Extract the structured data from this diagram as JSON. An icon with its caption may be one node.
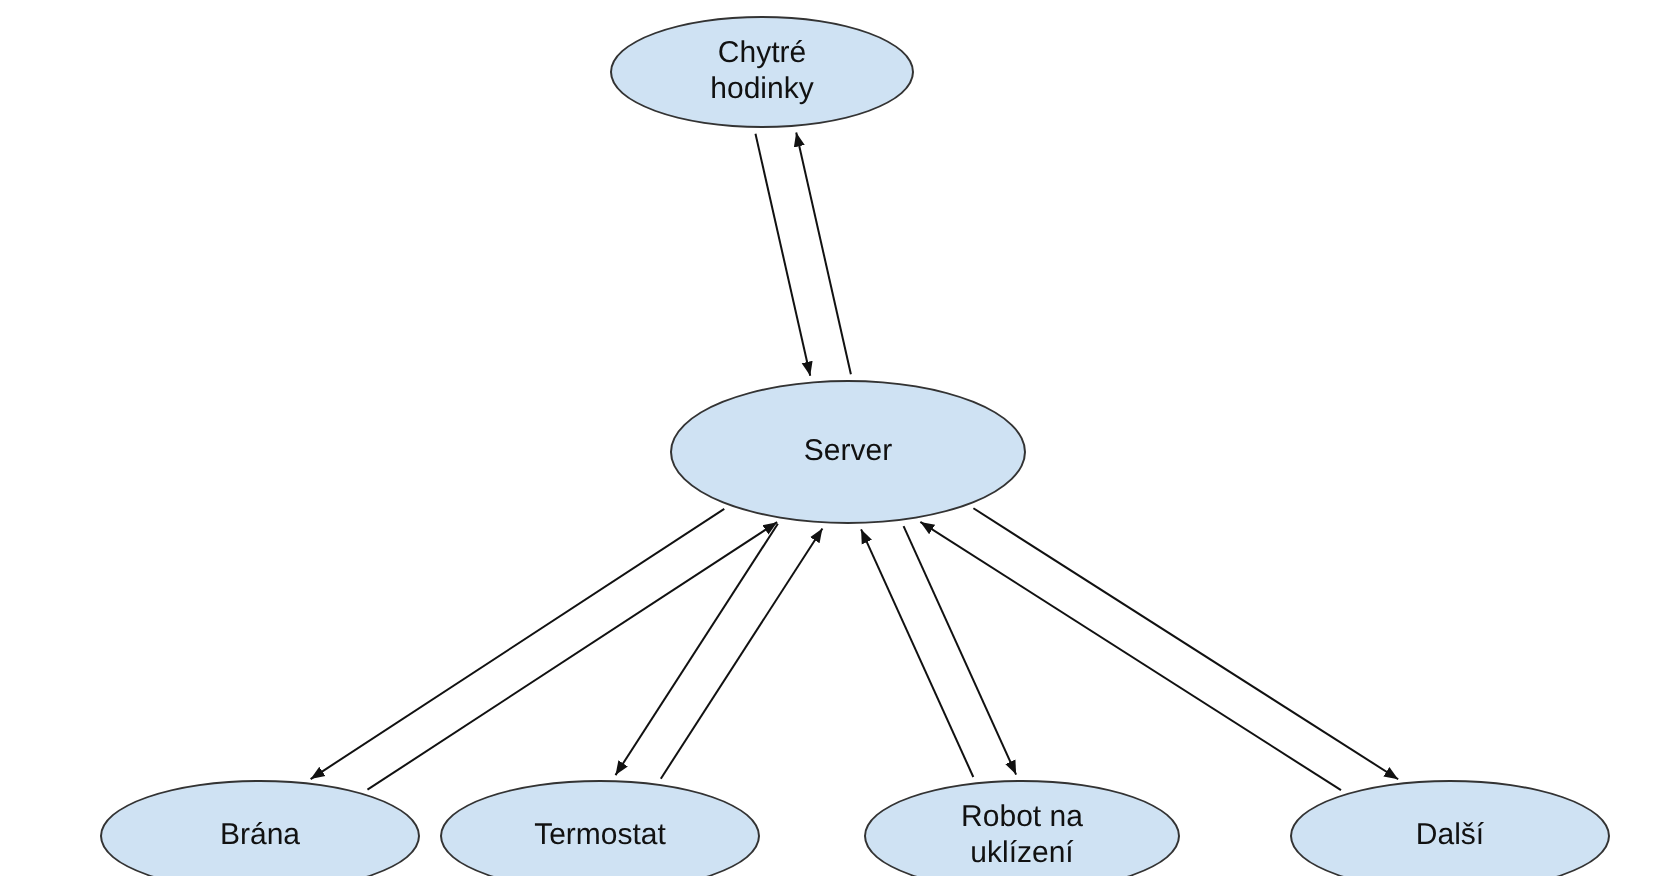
{
  "diagram": {
    "nodes": [
      {
        "text": [
          "Chytré hodinky"
        ]
      },
      {
        "text": [
          "Server"
        ]
      },
      {
        "text": [
          "Brána"
        ]
      },
      {
        "text": [
          "Termostat"
        ]
      },
      {
        "text": [
          "Robot na uklízení"
        ]
      },
      {
        "text": [
          "Další"
        ]
      }
    ],
    "edges": [
      {
        "from": 0,
        "to": 1,
        "arrow": "to"
      },
      {
        "from": 1,
        "to": 0,
        "arrow": "to"
      },
      {
        "from": 1,
        "to": 2,
        "arrow": "to"
      },
      {
        "from": 2,
        "to": 1,
        "arrow": "to"
      },
      {
        "from": 1,
        "to": 3,
        "arrow": "to"
      },
      {
        "from": 3,
        "to": 1,
        "arrow": "to"
      },
      {
        "from": 4,
        "to": 1,
        "arrow": "to"
      },
      {
        "from": 1,
        "to": 4,
        "arrow": "to"
      },
      {
        "from": 5,
        "to": 1,
        "arrow": "to"
      },
      {
        "from": 1,
        "to": 5,
        "arrow": "to"
      }
    ]
  }
}
